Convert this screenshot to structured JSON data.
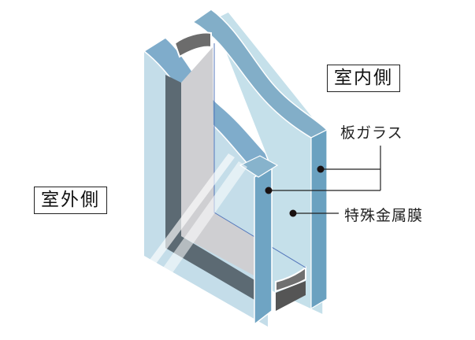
{
  "diagram": {
    "title": "Low-E double glazing cross section",
    "labels": {
      "indoor_side": "室内側",
      "outdoor_side": "室外側",
      "sheet_glass": "板ガラス",
      "special_metal_film": "特殊金属膜"
    },
    "colors": {
      "glass_face_light": "#bcd8e6",
      "glass_edge": "#6fa3c2",
      "glass_top": "#82aec8",
      "spacer_dark": "#5e6b73",
      "spacer_gray": "#cfcfd1",
      "desiccant": "#6f6f6f",
      "leader_line": "#222222",
      "dot": "#1a1111"
    }
  }
}
